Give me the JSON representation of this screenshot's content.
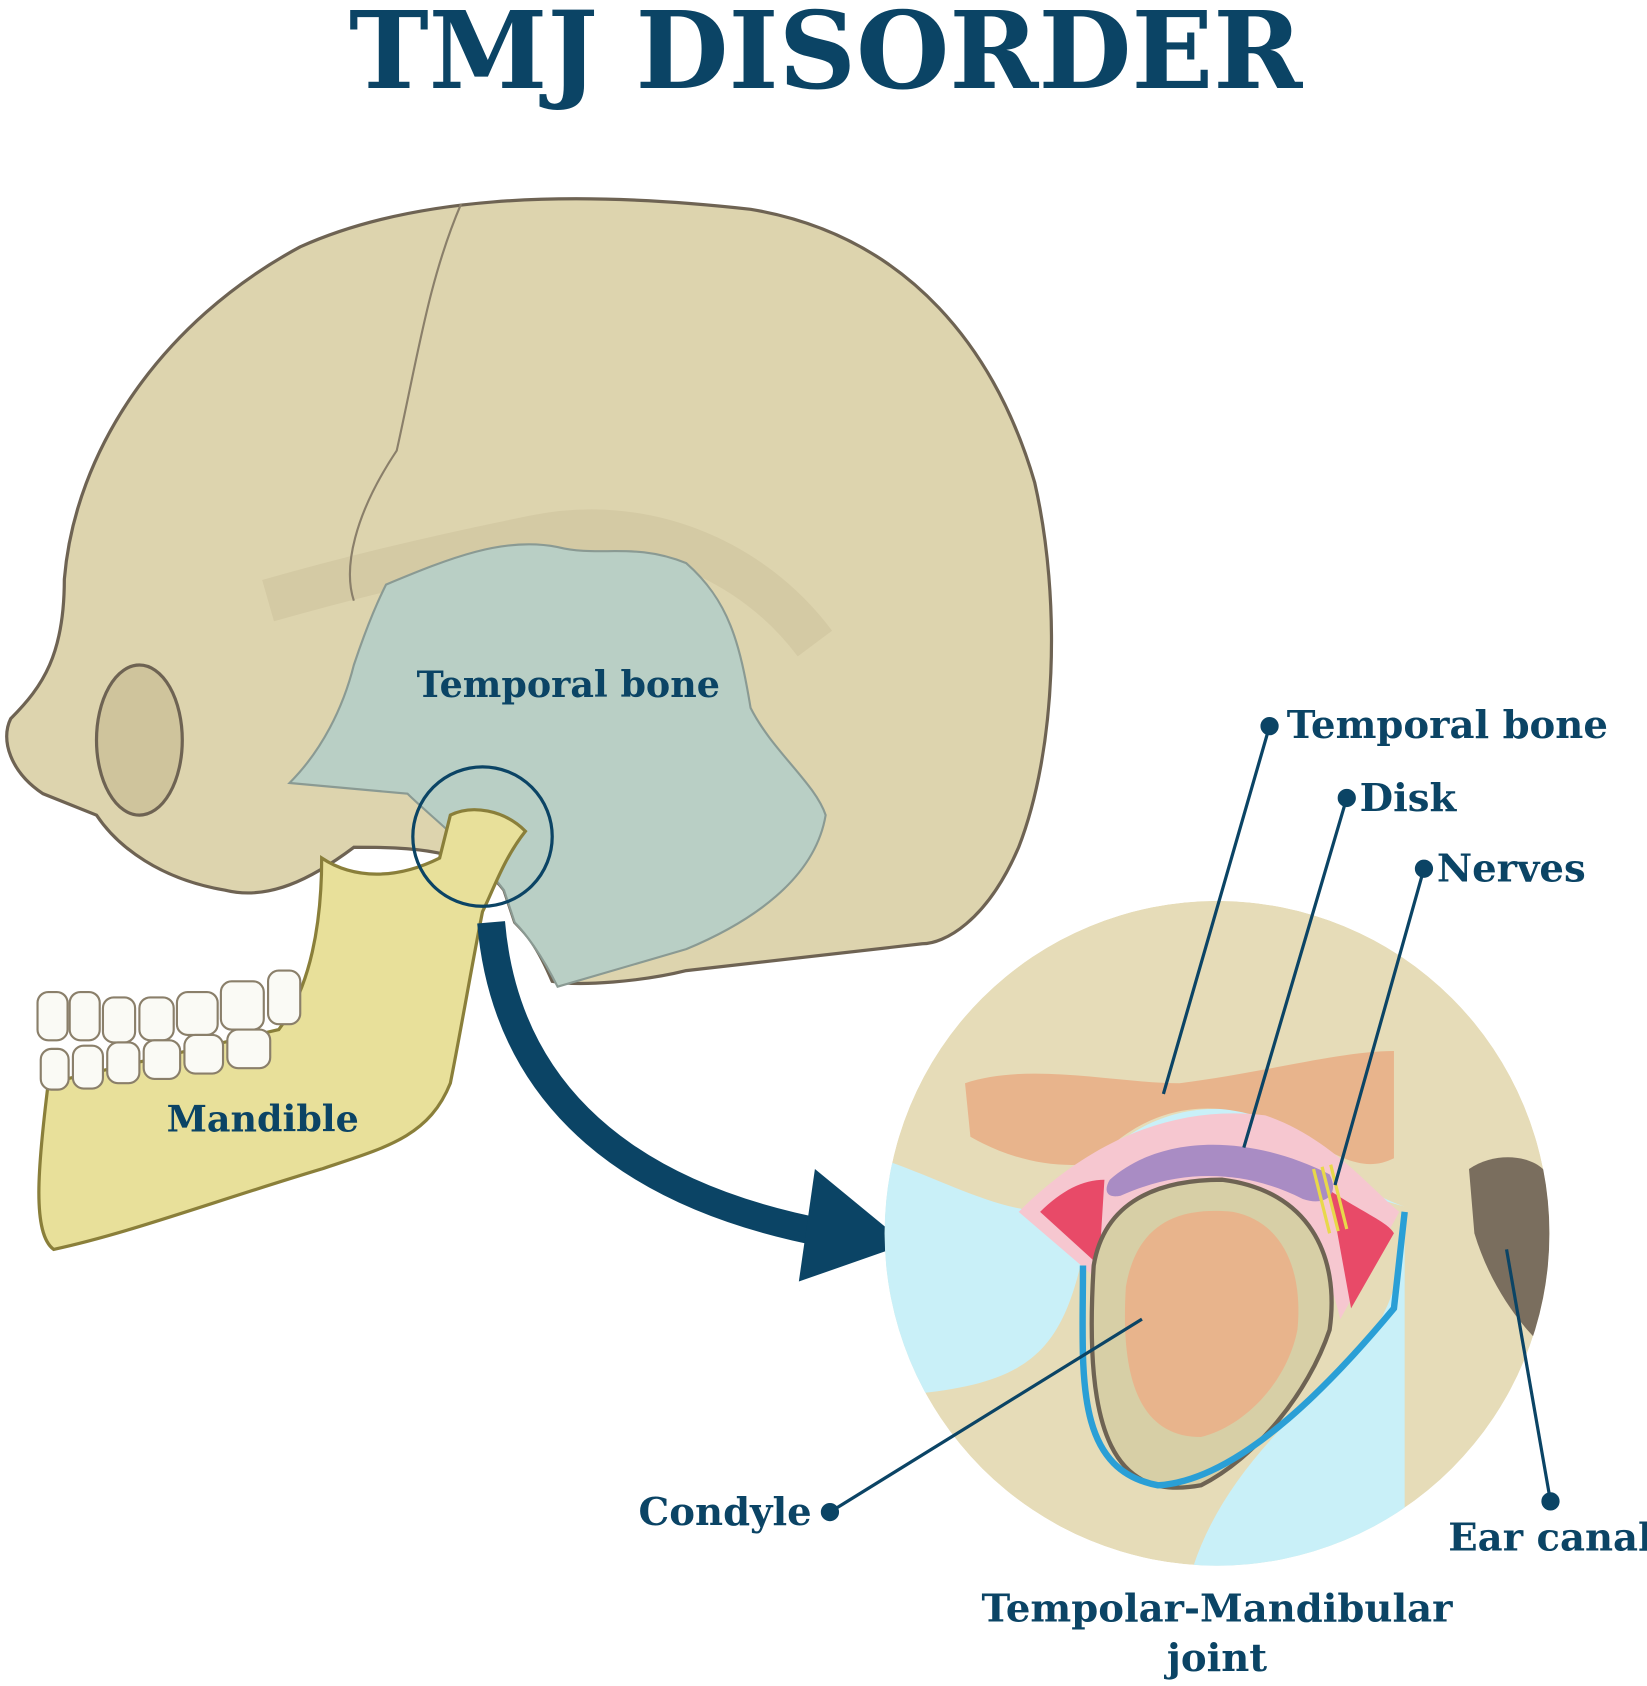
{
  "title": "TMJ DISORDER",
  "skull_labels": {
    "temporal_bone": "Temporal bone",
    "mandible": "Mandible"
  },
  "detail_labels": {
    "temporal_bone": "Temporal bone",
    "disk": "Disk",
    "nerves": "Nerves",
    "condyle": "Condyle",
    "ear_canal": "Ear canal",
    "joint_line1": "Tempolar-Mandibular",
    "joint_line2": "joint"
  },
  "colors": {
    "label": "#0b4465",
    "bone": "#ddd4ae",
    "temporal": "#b9cfc5",
    "mandible": "#e8e09a",
    "disk": "#a98cc4",
    "cartilage": "#2a9fd6"
  }
}
